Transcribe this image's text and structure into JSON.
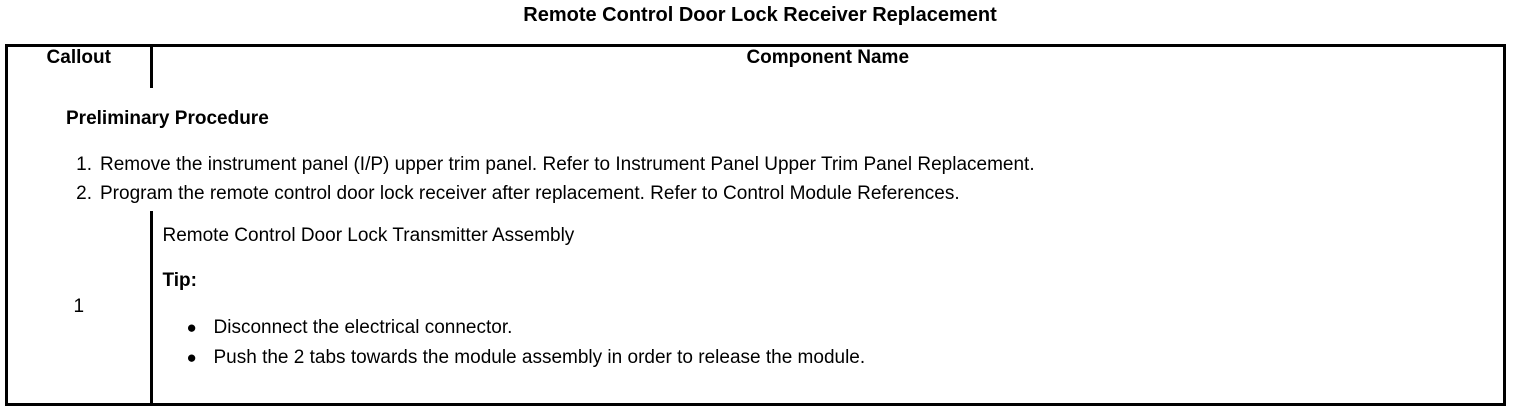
{
  "document": {
    "title": "Remote Control Door Lock Receiver Replacement"
  },
  "table": {
    "headers": {
      "callout": "Callout",
      "component_name": "Component Name"
    },
    "preliminary": {
      "heading": "Preliminary Procedure",
      "steps": [
        {
          "number": "1.",
          "text": "Remove the instrument panel (I/P) upper trim panel. Refer to Instrument Panel Upper Trim Panel Replacement."
        },
        {
          "number": "2.",
          "text": "Program the remote control door lock receiver after replacement. Refer to Control Module References."
        }
      ]
    },
    "rows": [
      {
        "callout": "1",
        "component_name": "Remote Control Door Lock Transmitter Assembly",
        "tip_label": "Tip:",
        "bullet_marker": "●",
        "tips": [
          "Disconnect the electrical connector.",
          "Push the 2 tabs towards the module assembly in order to release the module."
        ]
      }
    ]
  },
  "colors": {
    "border": "#000000",
    "text": "#000000",
    "background": "#ffffff"
  }
}
